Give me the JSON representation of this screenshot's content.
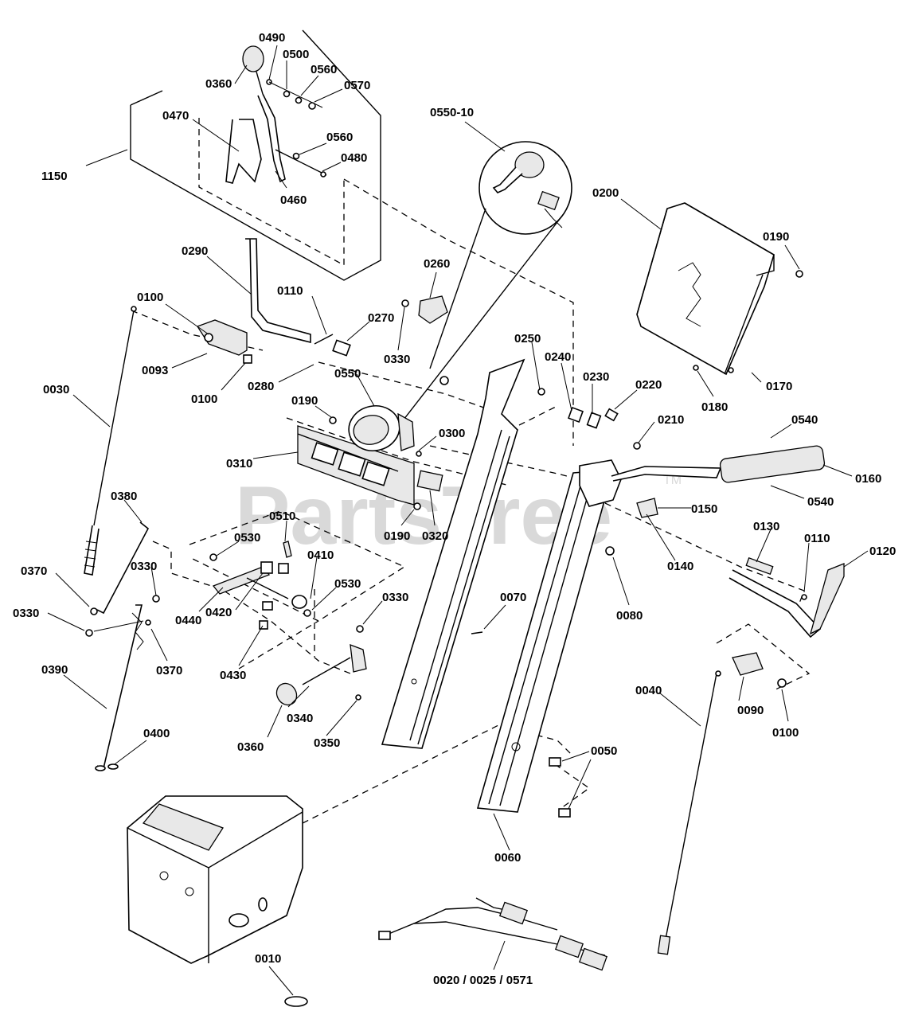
{
  "watermark": {
    "text": "PartsTree",
    "trademark": "TM",
    "color": "#d9d9d9"
  },
  "callouts": [
    {
      "id": "c0490",
      "text": "0490"
    },
    {
      "id": "c0500",
      "text": "0500"
    },
    {
      "id": "c0360a",
      "text": "0360"
    },
    {
      "id": "c0560a",
      "text": "0560"
    },
    {
      "id": "c0570",
      "text": "0570"
    },
    {
      "id": "c0470",
      "text": "0470"
    },
    {
      "id": "c0560b",
      "text": "0560"
    },
    {
      "id": "c0480",
      "text": "0480"
    },
    {
      "id": "c1150",
      "text": "1150"
    },
    {
      "id": "c0460",
      "text": "0460"
    },
    {
      "id": "c0550-10",
      "text": "0550-10"
    },
    {
      "id": "c0200",
      "text": "0200"
    },
    {
      "id": "c0190a",
      "text": "0190"
    },
    {
      "id": "c0290",
      "text": "0290"
    },
    {
      "id": "c0260",
      "text": "0260"
    },
    {
      "id": "c0110a",
      "text": "0110"
    },
    {
      "id": "c0100a",
      "text": "0100"
    },
    {
      "id": "c0270",
      "text": "0270"
    },
    {
      "id": "c0093",
      "text": "0093"
    },
    {
      "id": "c0330a",
      "text": "0330"
    },
    {
      "id": "c0100b",
      "text": "0100"
    },
    {
      "id": "c0280",
      "text": "0280"
    },
    {
      "id": "c0250",
      "text": "0250"
    },
    {
      "id": "c0240",
      "text": "0240"
    },
    {
      "id": "c0230",
      "text": "0230"
    },
    {
      "id": "c0220",
      "text": "0220"
    },
    {
      "id": "c0180",
      "text": "0180"
    },
    {
      "id": "c0170",
      "text": "0170"
    },
    {
      "id": "c0030",
      "text": "0030"
    },
    {
      "id": "c0550",
      "text": "0550"
    },
    {
      "id": "c0190b",
      "text": "0190"
    },
    {
      "id": "c0210",
      "text": "0210"
    },
    {
      "id": "c0540a",
      "text": "0540"
    },
    {
      "id": "c0300",
      "text": "0300"
    },
    {
      "id": "c0310",
      "text": "0310"
    },
    {
      "id": "c0160",
      "text": "0160"
    },
    {
      "id": "c0540b",
      "text": "0540"
    },
    {
      "id": "c0380",
      "text": "0380"
    },
    {
      "id": "c0150",
      "text": "0150"
    },
    {
      "id": "c0190c",
      "text": "0190"
    },
    {
      "id": "c0320",
      "text": "0320"
    },
    {
      "id": "c0510",
      "text": "0510"
    },
    {
      "id": "c0130",
      "text": "0130"
    },
    {
      "id": "c0110b",
      "text": "0110"
    },
    {
      "id": "c0530a",
      "text": "0530"
    },
    {
      "id": "c0410",
      "text": "0410"
    },
    {
      "id": "c0120",
      "text": "0120"
    },
    {
      "id": "c0140",
      "text": "0140"
    },
    {
      "id": "c0370a",
      "text": "0370"
    },
    {
      "id": "c0330b",
      "text": "0330"
    },
    {
      "id": "c0530b",
      "text": "0530"
    },
    {
      "id": "c0440",
      "text": "0440"
    },
    {
      "id": "c0070",
      "text": "0070"
    },
    {
      "id": "c0330c",
      "text": "0330"
    },
    {
      "id": "c0420",
      "text": "0420"
    },
    {
      "id": "c0080",
      "text": "0080"
    },
    {
      "id": "c0330d",
      "text": "0330"
    },
    {
      "id": "c0370b",
      "text": "0370"
    },
    {
      "id": "c0430",
      "text": "0430"
    },
    {
      "id": "c0390",
      "text": "0390"
    },
    {
      "id": "c0040",
      "text": "0040"
    },
    {
      "id": "c0090",
      "text": "0090"
    },
    {
      "id": "c0340",
      "text": "0340"
    },
    {
      "id": "c0100c",
      "text": "0100"
    },
    {
      "id": "c0400",
      "text": "0400"
    },
    {
      "id": "c0360b",
      "text": "0360"
    },
    {
      "id": "c0350",
      "text": "0350"
    },
    {
      "id": "c0050",
      "text": "0050"
    },
    {
      "id": "c0060",
      "text": "0060"
    },
    {
      "id": "c0010",
      "text": "0010"
    },
    {
      "id": "c0020",
      "text": "0020 / 0025 / 0571"
    }
  ]
}
